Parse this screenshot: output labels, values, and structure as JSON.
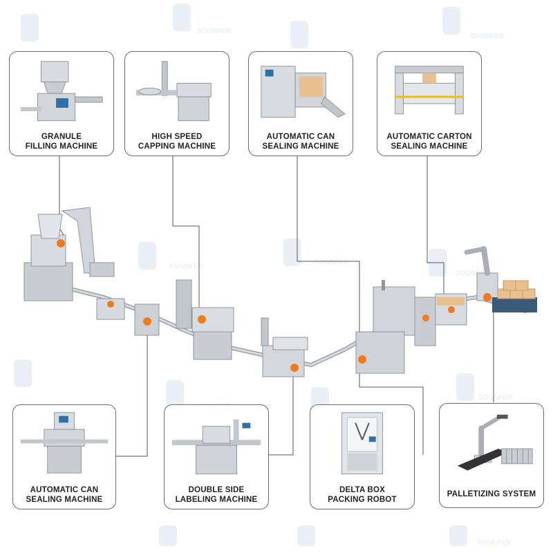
{
  "machines": [
    {
      "id": "granule",
      "line1": "GRANULE",
      "line2": "FILLING MACHINE"
    },
    {
      "id": "capping",
      "line1": "HIGH SPEED",
      "line2": "CAPPING MACHINE"
    },
    {
      "id": "can-top",
      "line1": "AUTOMATIC CAN",
      "line2": "SEALING MACHINE"
    },
    {
      "id": "carton",
      "line1": "AUTOMATIC CARTON",
      "line2": "SEALING MACHINE"
    },
    {
      "id": "can-bottom",
      "line1": "AUTOMATIC CAN",
      "line2": "SEALING MACHINE"
    },
    {
      "id": "labeling",
      "line1": "DOUBLE SIDE",
      "line2": "LABELING MACHINE"
    },
    {
      "id": "delta",
      "line1": "DELTA BOX",
      "line2": "PACKING ROBOT"
    },
    {
      "id": "palletizing",
      "line1": "PALLETIZING SYSTEM",
      "line2": ""
    }
  ],
  "colors": {
    "accent": "#f07a1e",
    "steel": "#c9cdd2",
    "steel_dark": "#8e959c",
    "connector": "#555555",
    "border": "#6b6b6b",
    "carton": "#e8c08f",
    "watermark": "#3a6fb0"
  },
  "watermark": {
    "brand": "SOONFER"
  }
}
